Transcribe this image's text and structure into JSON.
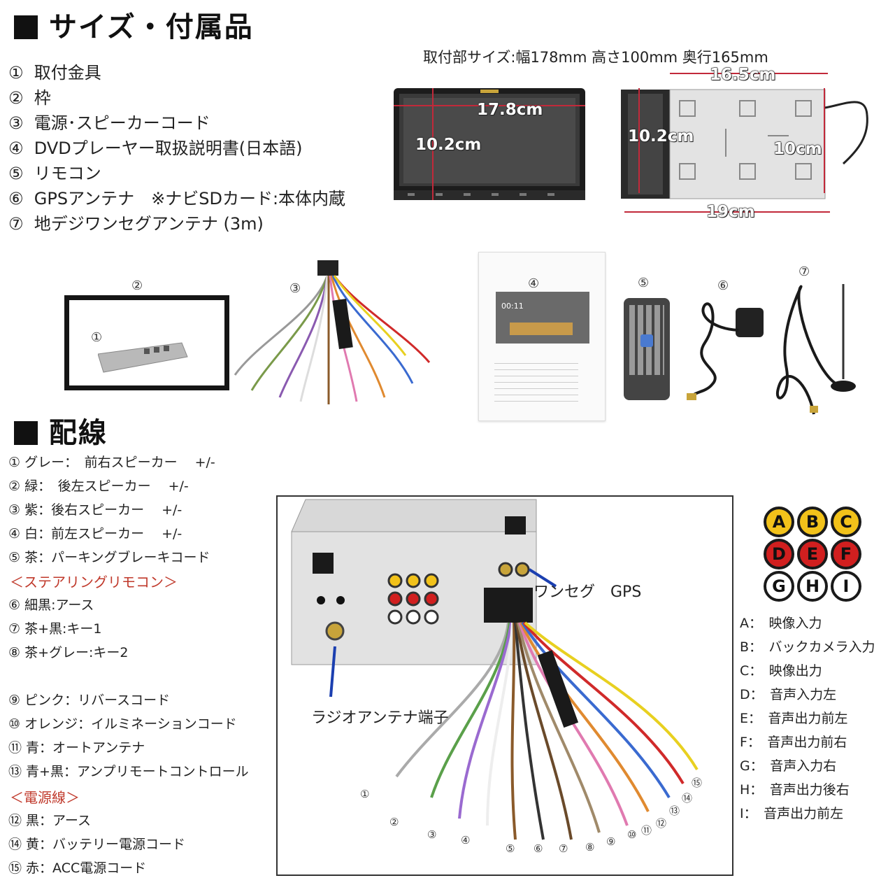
{
  "section1": {
    "title": "サイズ・付属品"
  },
  "accessories": [
    {
      "num": "①",
      "text": "取付金具"
    },
    {
      "num": "②",
      "text": "枠"
    },
    {
      "num": "③",
      "text": "電源･スピーカーコード"
    },
    {
      "num": "④",
      "text": "DVDプレーヤー取扱説明書(日本語)"
    },
    {
      "num": "⑤",
      "text": "リモコン"
    },
    {
      "num": "⑥",
      "text": "GPSアンテナ　※ナビSDカード:本体内蔵"
    },
    {
      "num": "⑦",
      "text": "地デジワンセグアンテナ (3m)"
    }
  ],
  "dimensions": {
    "title": "取付部サイズ:幅178mm 高さ100mm 奥行165mm",
    "front_width": "17.8cm",
    "front_height": "10.2cm",
    "side_depth": "16.5cm",
    "side_height_a": "10.2cm",
    "side_height_b": "10cm",
    "side_total": "19cm"
  },
  "photo_labels": {
    "frame": "②",
    "bracket": "①",
    "cable": "③",
    "manual": "④",
    "remote": "⑤",
    "gps": "⑥",
    "antenna": "⑦"
  },
  "manual_screen_time": "00:11",
  "section2": {
    "title": "配線"
  },
  "wiring": {
    "group1": [
      "① グレー：　前右スピーカー　 +/-",
      "② 緑：　後左スピーカー　 +/-",
      "③ 紫：後右スピーカー　 +/-",
      "④ 白：前左スピーカー　 +/-",
      "⑤ 茶：パーキングブレーキコード"
    ],
    "steering_header": "＜ステアリングリモコン＞",
    "group2": [
      "⑥ 細黒:アース",
      "⑦ 茶+黒:キー1",
      "⑧ 茶+グレー:キー2"
    ],
    "group3": [
      "⑨ ピンク：リバースコード",
      "⑩ オレンジ：イルミネーションコード",
      "⑪ 青：オートアンテナ",
      "⑬ 青+黒：アンプリモートコントロール"
    ],
    "power_header": "＜電源線＞",
    "group4": [
      "⑫ 黒：アース",
      "⑭ 黄：バッテリー電源コード",
      "⑮ 赤：ACC電源コード"
    ]
  },
  "diagram": {
    "callout_oneseg_gps": "ワンセグ　GPS",
    "callout_radio": "ラジオアンテナ端子",
    "numbers": [
      "①",
      "②",
      "③",
      "④",
      "⑤",
      "⑥",
      "⑦",
      "⑧",
      "⑨",
      "⑩",
      "⑪",
      "⑫",
      "⑬",
      "⑭",
      "⑮"
    ]
  },
  "connectors": {
    "row1": [
      "A",
      "B",
      "C"
    ],
    "row2": [
      "D",
      "E",
      "F"
    ],
    "row3": [
      "G",
      "H",
      "I"
    ],
    "colors": {
      "yellow": "#f2c21a",
      "red": "#d11f1f",
      "white": "#ffffff"
    },
    "legend": [
      "A：　映像入力",
      "B：　バックカメラ入力",
      "C：　映像出力",
      "D：　音声入力左",
      "E：　音声出力前左",
      "F：　音声出力前右",
      "G：　音声入力右",
      "H：　音声出力後右",
      "I：　音声出力前左"
    ]
  }
}
